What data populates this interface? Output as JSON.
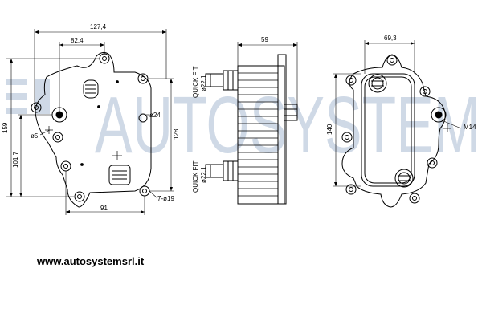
{
  "watermark": {
    "text": "AUTOSYSTEM",
    "color": "#cfd9e6"
  },
  "website": "www.autosystemsrl.it",
  "front_view": {
    "dim_width_total": "127,4",
    "dim_width_inner": "82,4",
    "dim_height_total": "159",
    "dim_height_center": "101,7",
    "dim_height_ports": "128",
    "dim_bottom_width": "91",
    "dim_port_dia": "ø24",
    "dim_small_hole": "ø5",
    "dim_bolt_holes": "7-ø19"
  },
  "side_view": {
    "dim_depth": "59",
    "label_top": "QUICK FIT",
    "label_top_dia": "ø22,1",
    "label_bottom": "QUICK FIT",
    "label_bottom_dia": "ø22,1"
  },
  "back_view": {
    "dim_width": "69,3",
    "dim_height": "140",
    "dim_thread": "M14"
  }
}
